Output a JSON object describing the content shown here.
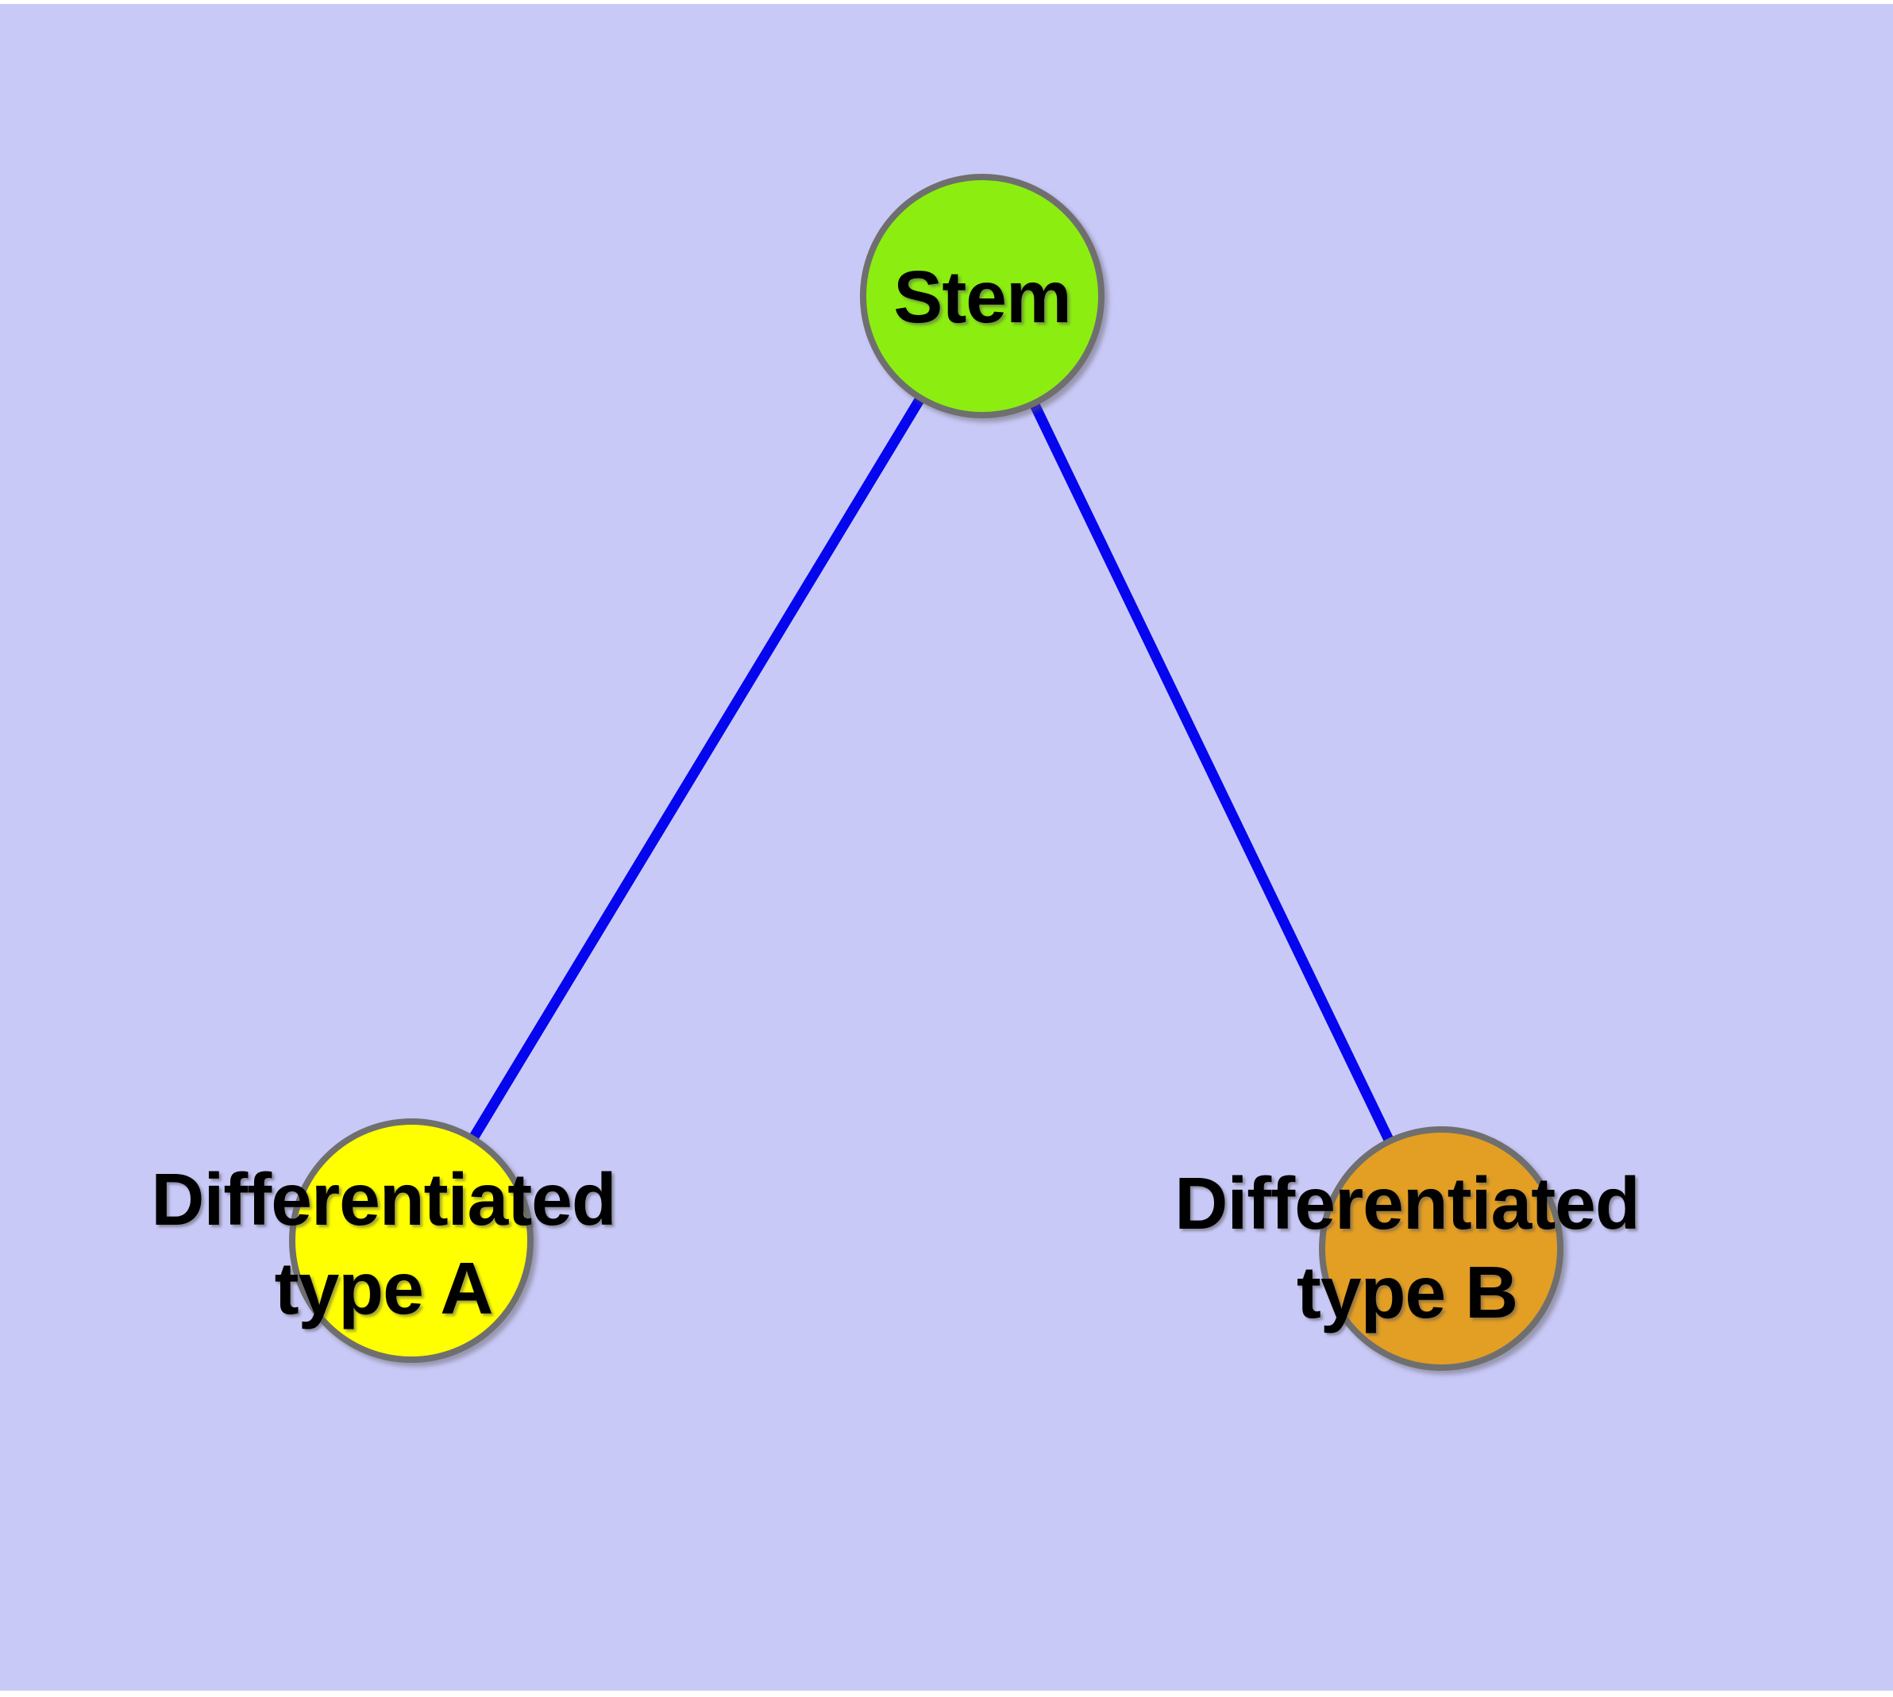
{
  "diagram": {
    "background_color": "#C9C9F8",
    "edge_color": "#0505EE",
    "node_border_color": "#6F6F6F",
    "label_color": "#000000",
    "nodes": [
      {
        "id": "stem",
        "lines": [
          "Stem"
        ],
        "fill": "#8BEE10"
      },
      {
        "id": "differentiated-type-a",
        "lines": [
          "Differentiated",
          "type A"
        ],
        "fill": "#FFFF00"
      },
      {
        "id": "differentiated-type-b",
        "lines": [
          "Differentiated",
          "type B"
        ],
        "fill": "#E39E24"
      }
    ],
    "edges": [
      {
        "from": "stem",
        "to": "differentiated-type-a"
      },
      {
        "from": "stem",
        "to": "differentiated-type-b"
      }
    ]
  }
}
